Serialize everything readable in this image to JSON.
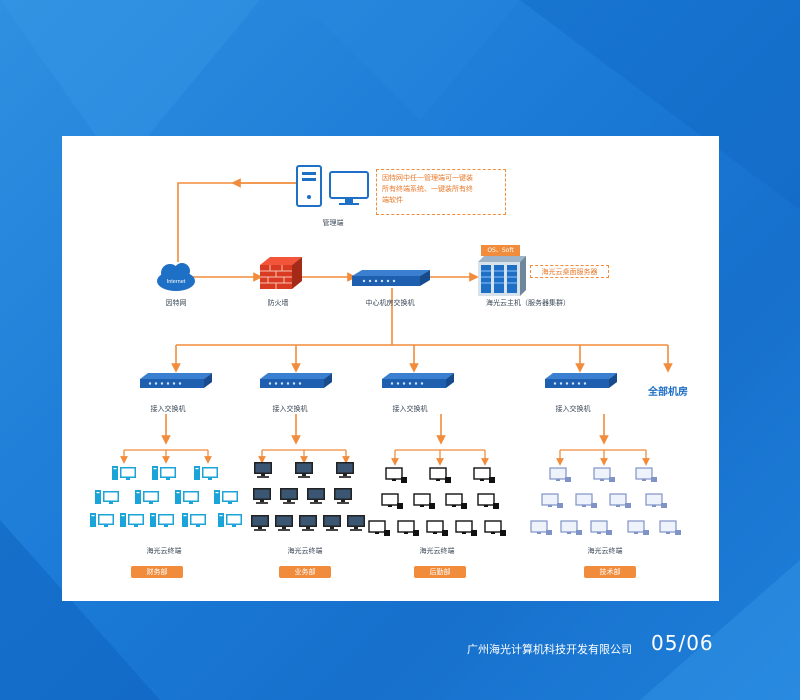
{
  "labels": {
    "admin": "管理端",
    "internet_icon": "Internet",
    "internet": "因特网",
    "firewall": "防火墙",
    "core_switch": "中心机房交换机",
    "host": "海光云主机（服务器集群）",
    "access_switch": "接入交换机",
    "terminal": "海光云终端",
    "all_room": "全部机房"
  },
  "note": {
    "lines": [
      "因特网中任一管理端可一键装",
      "所有终端系统、一键装所有终",
      "端软件"
    ]
  },
  "server_tags": {
    "os_soft": "OS、Soft",
    "desktop_server": "海光云桌面服务器"
  },
  "departments": [
    {
      "name": "财务部",
      "style": "cyan"
    },
    {
      "name": "业务部",
      "style": "dark"
    },
    {
      "name": "后勤部",
      "style": "outline"
    },
    {
      "name": "技术部",
      "style": "light"
    }
  ],
  "footer": {
    "company": "广州海光计算机科技开发有限公司",
    "page": "05/06"
  },
  "colors": {
    "line": "#f08c3c",
    "switch": "#1f5fb0",
    "accent_blue": "#1e6fc6"
  }
}
